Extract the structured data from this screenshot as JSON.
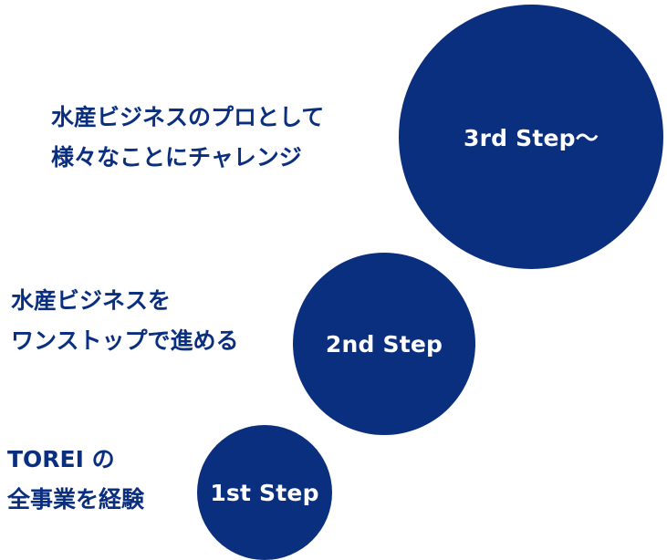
{
  "steps": [
    {
      "label": "1st Step",
      "lines": [
        "TOREI の",
        "全事業を経験"
      ]
    },
    {
      "label": "2nd Step",
      "lines": [
        "水産ビジネスを",
        "ワンストップで進める"
      ]
    },
    {
      "label": "3rd Step〜",
      "lines": [
        "水産ビジネスのプロとして",
        "様々なことにチャレンジ"
      ]
    }
  ],
  "colors": {
    "accent": "#0b2f7f",
    "background": "#ffffff",
    "circle_text": "#ffffff"
  }
}
